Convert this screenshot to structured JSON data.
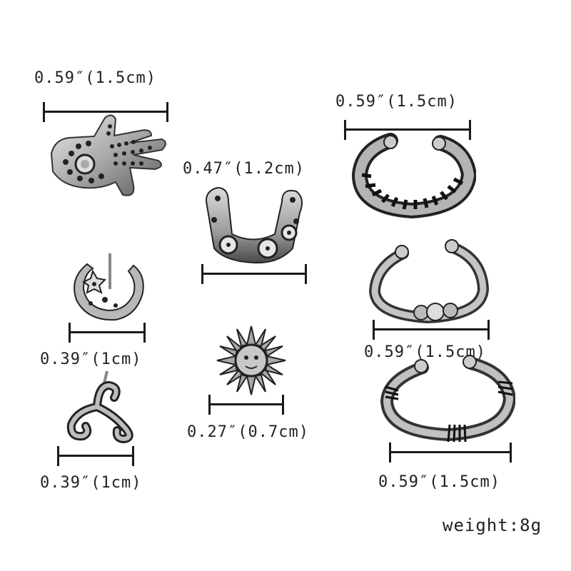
{
  "items": [
    {
      "name": "hamsa-hand",
      "size": "0.59″(1.5cm)"
    },
    {
      "name": "flower-cuff",
      "size": "0.47″(1.2cm)"
    },
    {
      "name": "coil-cuff",
      "size": "0.59″(1.5cm)"
    },
    {
      "name": "moon-star",
      "size": "0.39″(1cm)"
    },
    {
      "name": "bead-cuff",
      "size": "0.59″(1.5cm)"
    },
    {
      "name": "sun",
      "size": "0.27″(0.7cm)"
    },
    {
      "name": "triskele",
      "size": "0.39″(1cm)"
    },
    {
      "name": "band-cuff",
      "size": "0.59″(1.5cm)"
    }
  ],
  "weight": "weight:8g",
  "colors": {
    "silver": "#b8b8b8",
    "dark": "#1a1a1a",
    "highlight": "#eeeeee"
  }
}
